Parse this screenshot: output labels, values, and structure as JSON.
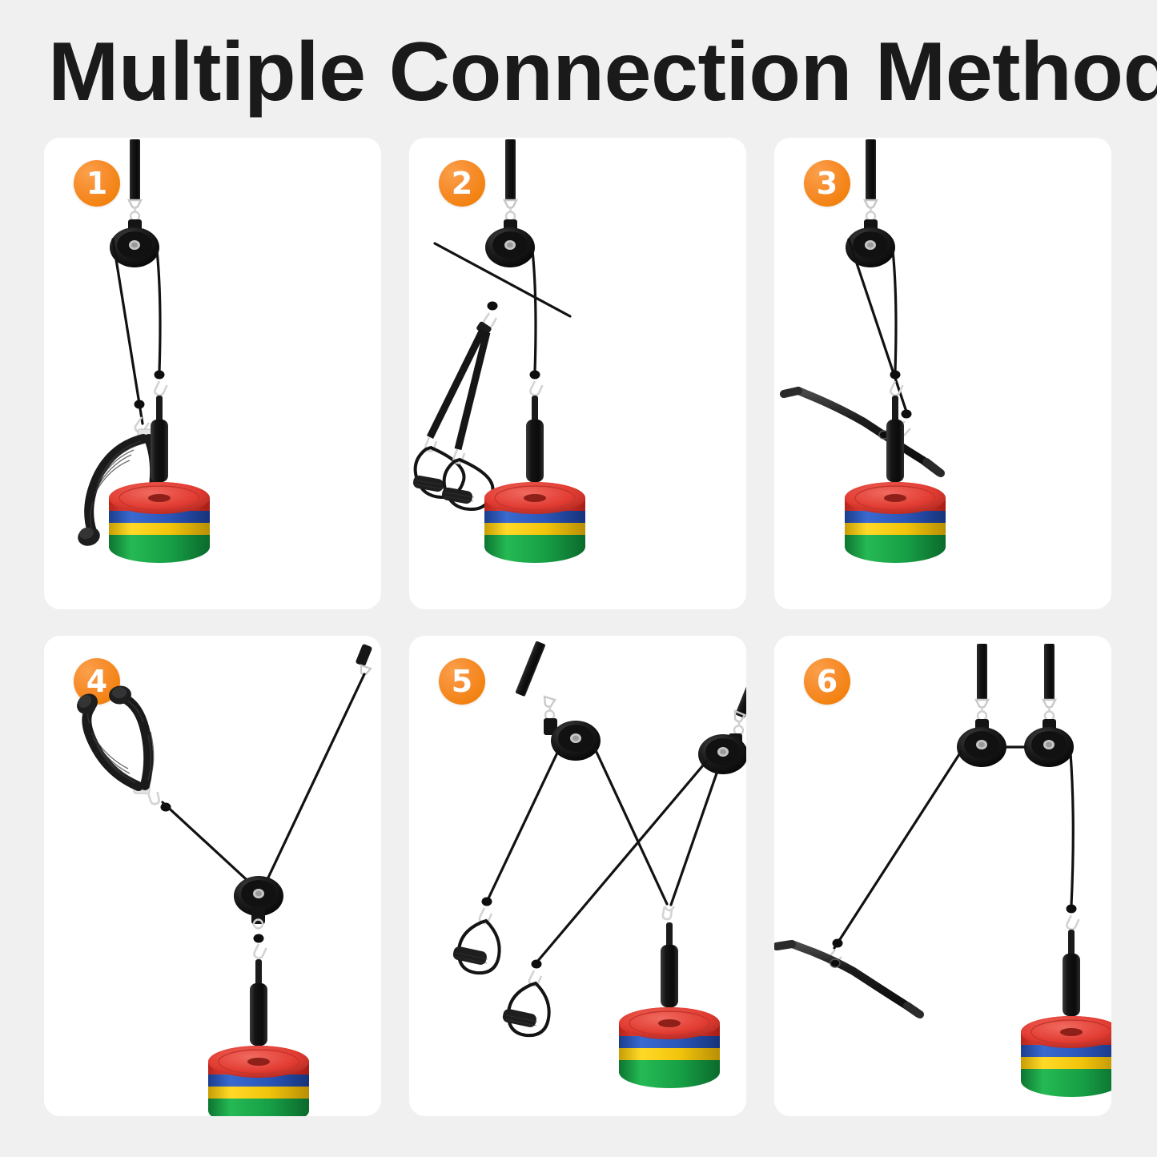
{
  "header": {
    "title": "Multiple Connection Methods"
  },
  "theme": {
    "page_background": "#f0f0f0",
    "panel_background": "#ffffff",
    "badge_orange": "#f2820f",
    "badge_orange_light": "#fba04b",
    "badge_text": "#ffffff",
    "title_color": "#1a1a1a",
    "hardware_black": "#1c1c1c",
    "carabiner_silver": "#d8d8d8"
  },
  "weight_plate_colors": {
    "top": "#e23c32",
    "second": "#2a56b8",
    "third": "#f2c40c",
    "bottom": "#17a046",
    "labels": [
      "red",
      "blue",
      "yellow",
      "green"
    ]
  },
  "panels": [
    {
      "number": "1",
      "name": "single-pulley-tricep-rope",
      "components": [
        "hanging-strap",
        "d-ring",
        "single-pulley",
        "steel-cable",
        "ball-stopper",
        "carabiner",
        "tricep-rope",
        "loading-pin",
        "weight-plate-stack"
      ]
    },
    {
      "number": "2",
      "name": "single-pulley-dual-handles",
      "components": [
        "hanging-strap",
        "d-ring",
        "single-pulley",
        "steel-cable",
        "ball-stopper",
        "carabiner",
        "nylon-strap-handle",
        "nylon-strap-handle",
        "loading-pin",
        "weight-plate-stack"
      ]
    },
    {
      "number": "3",
      "name": "single-pulley-lat-bar",
      "components": [
        "hanging-strap",
        "d-ring",
        "single-pulley",
        "steel-cable",
        "ball-stopper",
        "carabiner",
        "lat-pulldown-bar",
        "loading-pin",
        "weight-plate-stack"
      ]
    },
    {
      "number": "4",
      "name": "floating-pulley-tricep-rope",
      "components": [
        "anchor-strap",
        "steel-cable",
        "tricep-rope",
        "ball-stopper",
        "carabiner",
        "floating-pulley",
        "loading-pin",
        "weight-plate-stack"
      ]
    },
    {
      "number": "5",
      "name": "dual-pulley-crossover-handles",
      "components": [
        "hanging-strap",
        "hanging-strap",
        "single-pulley",
        "single-pulley",
        "crossed-cables",
        "nylon-strap-handle",
        "nylon-strap-handle",
        "carabiner",
        "loading-pin",
        "weight-plate-stack"
      ]
    },
    {
      "number": "6",
      "name": "dual-pulley-lat-bar",
      "components": [
        "hanging-strap",
        "hanging-strap",
        "single-pulley",
        "single-pulley",
        "linking-cable",
        "steel-cable",
        "ball-stopper",
        "carabiner",
        "lat-pulldown-bar",
        "loading-pin",
        "weight-plate-stack"
      ]
    }
  ]
}
